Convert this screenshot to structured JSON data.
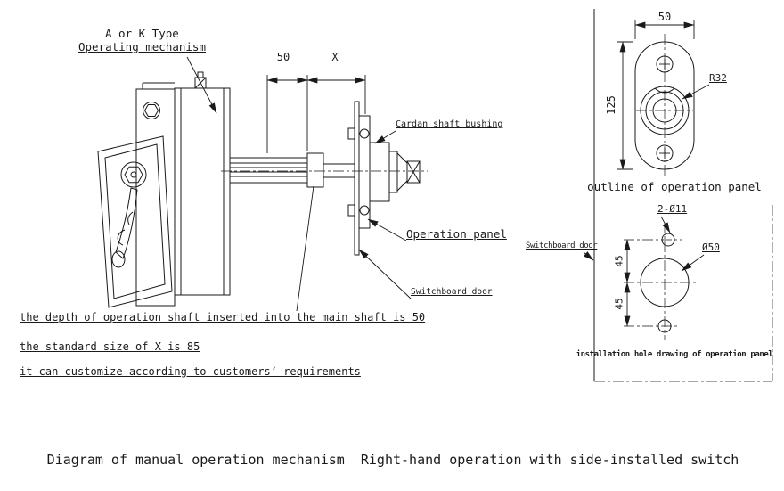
{
  "colors": {
    "line": "#1a1a1a",
    "background": "#ffffff"
  },
  "left_view": {
    "label_type_line1": "A or K Type",
    "label_type_line2": "Operating mechanism",
    "dim_insertion": "50",
    "dim_x": "X",
    "label_cardan_bushing": "Cardan shaft bushing",
    "label_operation_panel": "Operation panel",
    "label_switchboard_door": "Switchboard door"
  },
  "notes": {
    "line1": "the depth of operation shaft inserted into the main shaft is 50",
    "line2": "the standard size of X is 85",
    "line3": "it can customize according to customers’ requirements"
  },
  "outline_view": {
    "dim_width": "50",
    "dim_height": "125",
    "label_radius": "R32",
    "caption": "outline of operation panel"
  },
  "installation_view": {
    "label_holes": "2-Ø11",
    "label_center_hole": "Ø50",
    "dim_upper": "45",
    "dim_lower": "45",
    "label_switchboard_door": "Switchboard door",
    "caption": "installation hole drawing of operation panel"
  },
  "footer": {
    "caption": "Diagram of manual operation mechanism  Right-hand operation with side-installed switch"
  }
}
